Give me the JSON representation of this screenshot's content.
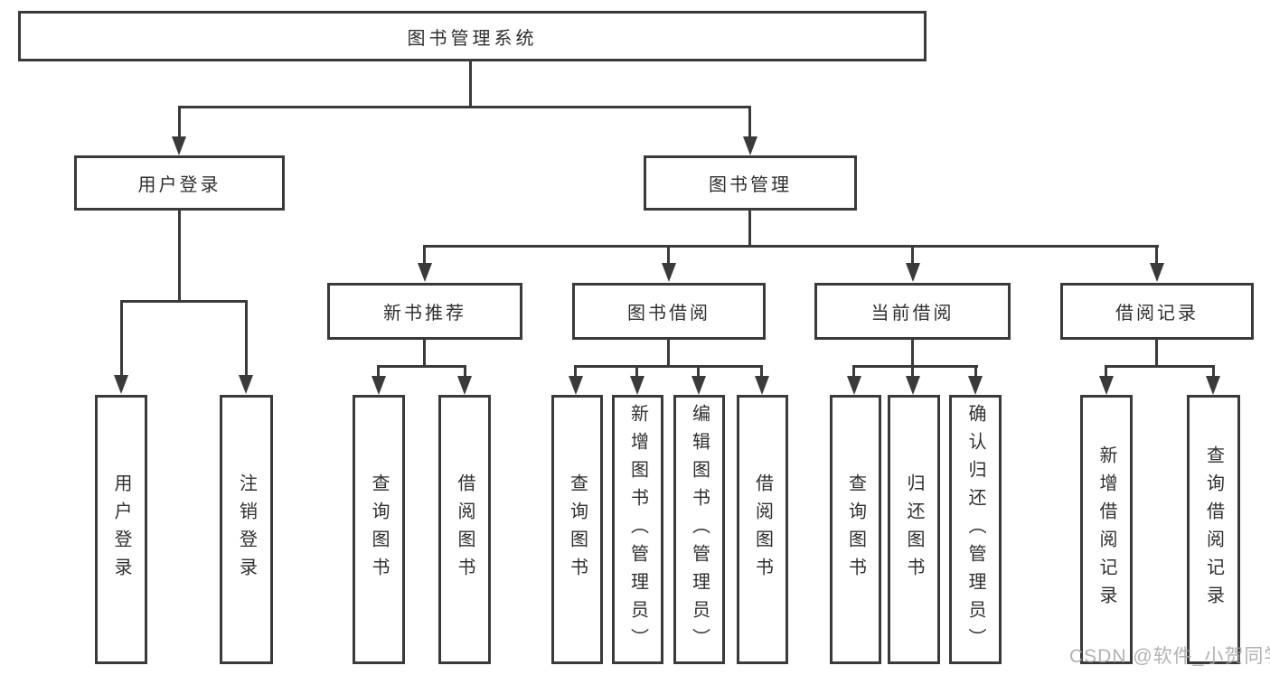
{
  "tree": {
    "root": "图书管理系统",
    "user_login": {
      "label": "用户登录",
      "children": [
        "用户登录",
        "注销登录"
      ]
    },
    "book_mgmt": {
      "label": "图书管理"
    },
    "new_book_rec": {
      "label": "新书推荐",
      "children": [
        "查询图书",
        "借阅图书"
      ]
    },
    "book_borrow": {
      "label": "图书借阅",
      "children": [
        "查询图书",
        "新增图书（管理员）",
        "编辑图书（管理员）",
        "借阅图书"
      ]
    },
    "current_borrow": {
      "label": "当前借阅",
      "children": [
        "查询图书",
        "归还图书",
        "确认归还（管理员）"
      ]
    },
    "borrow_record": {
      "label": "借阅记录",
      "children": [
        "新增借阅记录",
        "查询借阅记录"
      ]
    }
  },
  "colors": {
    "line": "#3a3a3a",
    "text": "#2f2f2f",
    "watermark": "#a4a4ac"
  },
  "watermark": {
    "text": "CSDN @软件_小贺同学"
  }
}
